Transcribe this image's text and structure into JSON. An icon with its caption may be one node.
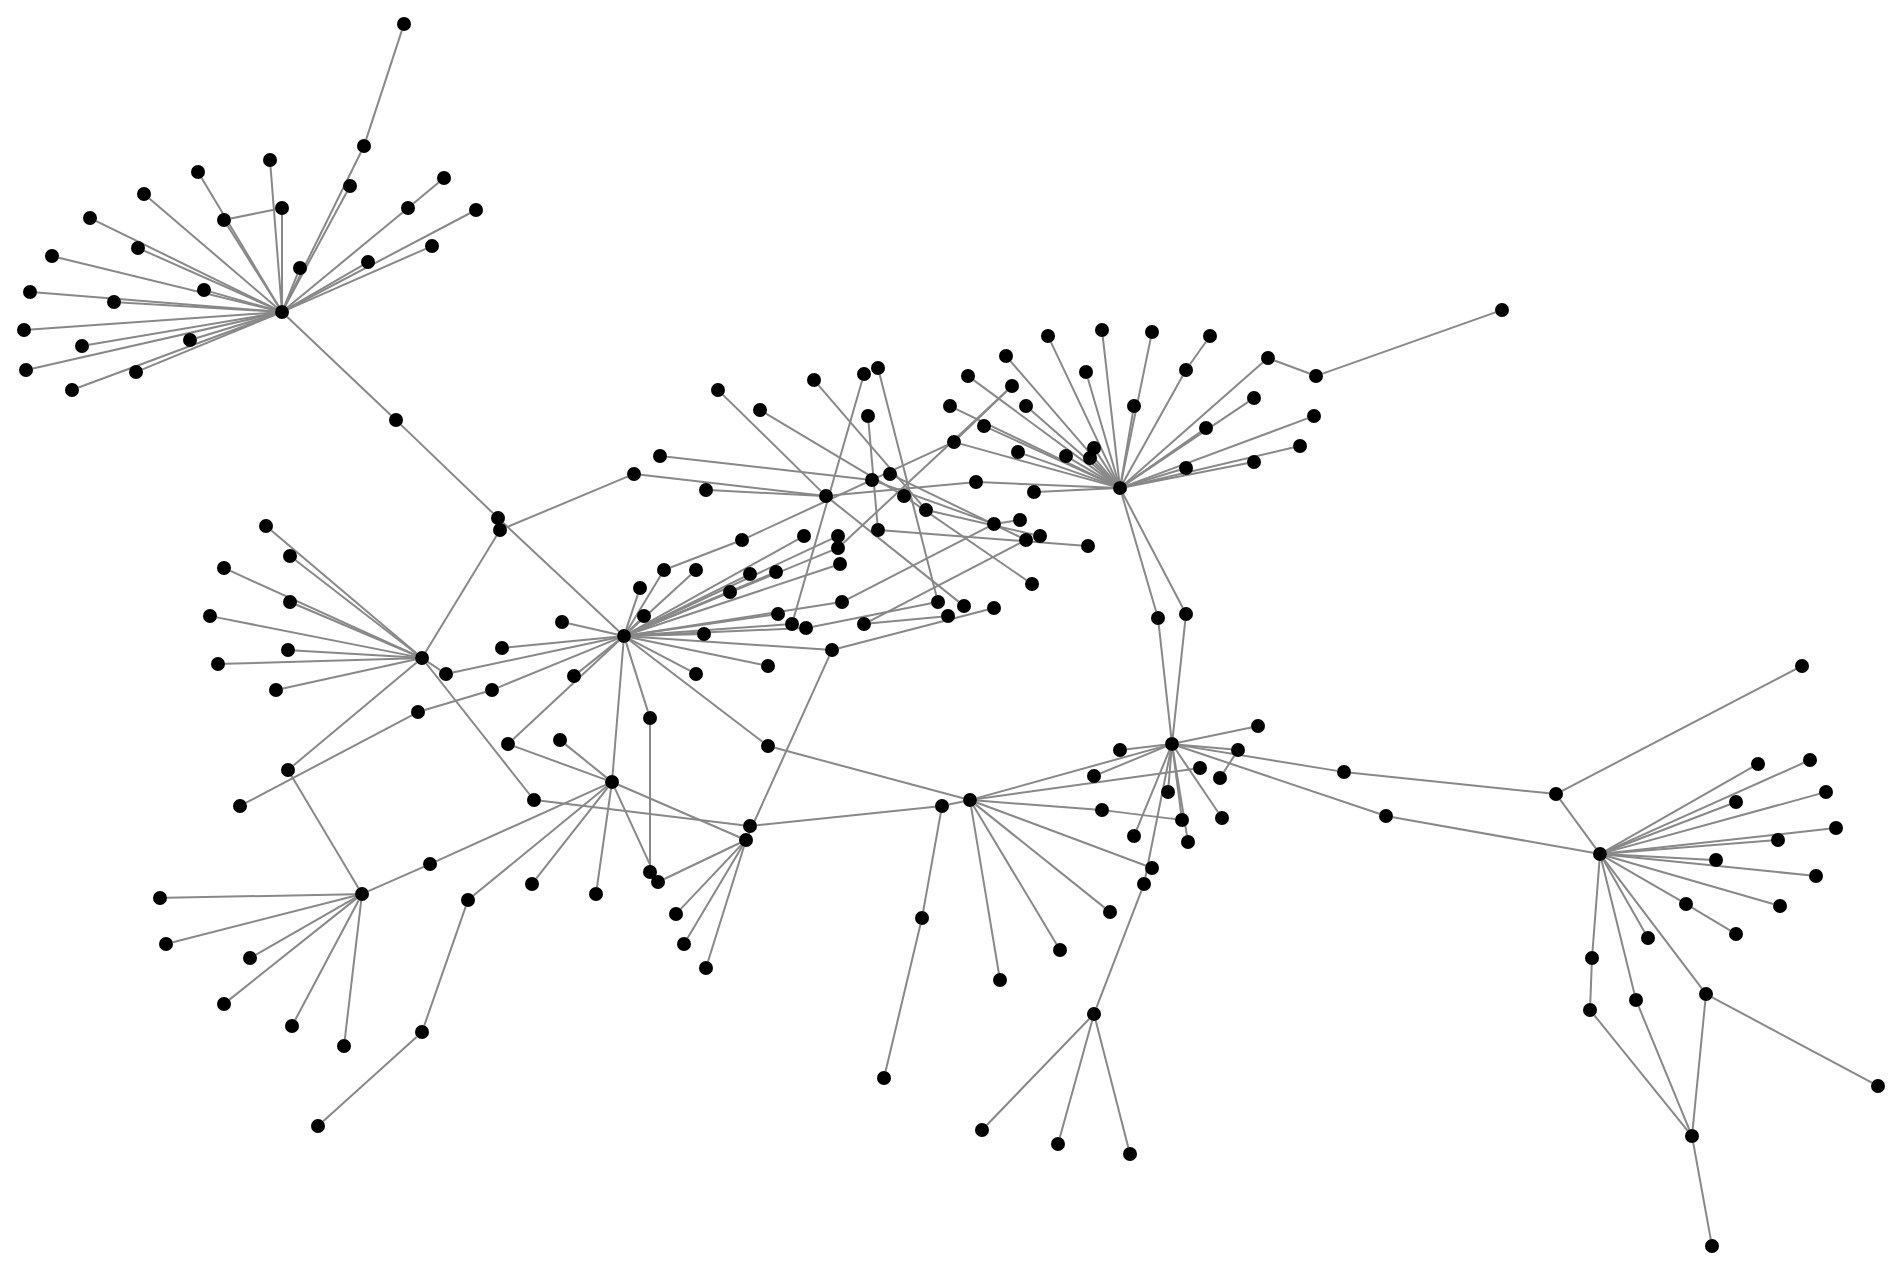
{
  "diagram": {
    "nodes": [
      {
        "text": [],
        "shape": "circle"
      },
      {
        "text": [],
        "shape": "circle"
      },
      {
        "text": [],
        "shape": "circle"
      },
      {
        "text": [],
        "shape": "circle"
      },
      {
        "text": [],
        "shape": "circle"
      },
      {
        "text": [],
        "shape": "circle"
      },
      {
        "text": [],
        "shape": "circle"
      },
      {
        "text": [],
        "shape": "circle"
      },
      {
        "text": [],
        "shape": "circle"
      },
      {
        "text": [],
        "shape": "circle"
      },
      {
        "text": [],
        "shape": "circle"
      },
      {
        "text": [],
        "shape": "circle"
      },
      {
        "text": [],
        "shape": "circle"
      },
      {
        "text": [],
        "shape": "circle"
      },
      {
        "text": [],
        "shape": "circle"
      },
      {
        "text": [],
        "shape": "circle"
      },
      {
        "text": [],
        "shape": "circle"
      },
      {
        "text": [],
        "shape": "circle"
      },
      {
        "text": [],
        "shape": "circle"
      },
      {
        "text": [],
        "shape": "circle"
      },
      {
        "text": [],
        "shape": "circle"
      },
      {
        "text": [],
        "shape": "circle"
      },
      {
        "text": [],
        "shape": "circle"
      },
      {
        "text": [],
        "shape": "circle"
      },
      {
        "text": [],
        "shape": "circle"
      },
      {
        "text": [],
        "shape": "circle"
      },
      {
        "text": [],
        "shape": "circle"
      },
      {
        "text": [],
        "shape": "circle"
      },
      {
        "text": [],
        "shape": "circle"
      },
      {
        "text": [],
        "shape": "circle"
      },
      {
        "text": [],
        "shape": "circle"
      },
      {
        "text": [],
        "shape": "circle"
      },
      {
        "text": [],
        "shape": "circle"
      },
      {
        "text": [],
        "shape": "circle"
      },
      {
        "text": [],
        "shape": "circle"
      },
      {
        "text": [],
        "shape": "circle"
      },
      {
        "text": [],
        "shape": "circle"
      },
      {
        "text": [],
        "shape": "circle"
      },
      {
        "text": [],
        "shape": "circle"
      },
      {
        "text": [],
        "shape": "circle"
      },
      {
        "text": [],
        "shape": "circle"
      },
      {
        "text": [],
        "shape": "circle"
      },
      {
        "text": [],
        "shape": "circle"
      },
      {
        "text": [],
        "shape": "circle"
      },
      {
        "text": [],
        "shape": "circle"
      },
      {
        "text": [],
        "shape": "circle"
      },
      {
        "text": [],
        "shape": "circle"
      },
      {
        "text": [],
        "shape": "circle"
      },
      {
        "text": [],
        "shape": "circle"
      },
      {
        "text": [],
        "shape": "circle"
      },
      {
        "text": [],
        "shape": "circle"
      },
      {
        "text": [],
        "shape": "circle"
      },
      {
        "text": [],
        "shape": "circle"
      },
      {
        "text": [],
        "shape": "circle"
      },
      {
        "text": [],
        "shape": "circle"
      },
      {
        "text": [],
        "shape": "circle"
      },
      {
        "text": [],
        "shape": "circle"
      },
      {
        "text": [],
        "shape": "circle"
      },
      {
        "text": [],
        "shape": "circle"
      },
      {
        "text": [],
        "shape": "circle"
      },
      {
        "text": [],
        "shape": "circle"
      },
      {
        "text": [],
        "shape": "circle"
      },
      {
        "text": [],
        "shape": "circle"
      },
      {
        "text": [],
        "shape": "circle"
      },
      {
        "text": [],
        "shape": "circle"
      },
      {
        "text": [],
        "shape": "circle"
      },
      {
        "text": [],
        "shape": "circle"
      },
      {
        "text": [],
        "shape": "circle"
      },
      {
        "text": [],
        "shape": "circle"
      },
      {
        "text": [],
        "shape": "circle"
      },
      {
        "text": [],
        "shape": "circle"
      },
      {
        "text": [],
        "shape": "circle"
      },
      {
        "text": [],
        "shape": "circle"
      },
      {
        "text": [],
        "shape": "circle"
      },
      {
        "text": [],
        "shape": "circle"
      },
      {
        "text": [],
        "shape": "circle"
      },
      {
        "text": [],
        "shape": "circle"
      },
      {
        "text": [],
        "shape": "circle"
      },
      {
        "text": [],
        "shape": "circle"
      },
      {
        "text": [],
        "shape": "circle"
      },
      {
        "text": [],
        "shape": "circle"
      },
      {
        "text": [],
        "shape": "circle"
      },
      {
        "text": [],
        "shape": "circle"
      },
      {
        "text": [],
        "shape": "circle"
      },
      {
        "text": [],
        "shape": "circle"
      },
      {
        "text": [],
        "shape": "circle"
      },
      {
        "text": [],
        "shape": "circle"
      },
      {
        "text": [],
        "shape": "circle"
      },
      {
        "text": [],
        "shape": "circle"
      },
      {
        "text": [],
        "shape": "circle"
      },
      {
        "text": [],
        "shape": "circle"
      },
      {
        "text": [],
        "shape": "circle"
      },
      {
        "text": [],
        "shape": "circle"
      },
      {
        "text": [],
        "shape": "circle"
      },
      {
        "text": [],
        "shape": "circle"
      },
      {
        "text": [],
        "shape": "circle"
      },
      {
        "text": [],
        "shape": "circle"
      },
      {
        "text": [],
        "shape": "circle"
      },
      {
        "text": [],
        "shape": "circle"
      },
      {
        "text": [],
        "shape": "circle"
      },
      {
        "text": [],
        "shape": "circle"
      },
      {
        "text": [],
        "shape": "circle"
      },
      {
        "text": [],
        "shape": "circle"
      },
      {
        "text": [],
        "shape": "circle"
      },
      {
        "text": [],
        "shape": "circle"
      },
      {
        "text": [],
        "shape": "circle"
      },
      {
        "text": [],
        "shape": "circle"
      },
      {
        "text": [],
        "shape": "circle"
      },
      {
        "text": [],
        "shape": "circle"
      },
      {
        "text": [],
        "shape": "circle"
      },
      {
        "text": [],
        "shape": "circle"
      },
      {
        "text": [],
        "shape": "circle"
      },
      {
        "text": [],
        "shape": "circle"
      },
      {
        "text": [],
        "shape": "circle"
      },
      {
        "text": [],
        "shape": "circle"
      },
      {
        "text": [],
        "shape": "circle"
      },
      {
        "text": [],
        "shape": "circle"
      },
      {
        "text": [],
        "shape": "circle"
      },
      {
        "text": [],
        "shape": "circle"
      },
      {
        "text": [],
        "shape": "circle"
      },
      {
        "text": [],
        "shape": "circle"
      },
      {
        "text": [],
        "shape": "circle"
      },
      {
        "text": [],
        "shape": "circle"
      },
      {
        "text": [],
        "shape": "circle"
      },
      {
        "text": [],
        "shape": "circle"
      },
      {
        "text": [],
        "shape": "circle"
      },
      {
        "text": [],
        "shape": "circle"
      },
      {
        "text": [],
        "shape": "circle"
      },
      {
        "text": [],
        "shape": "circle"
      },
      {
        "text": [],
        "shape": "circle"
      },
      {
        "text": [],
        "shape": "circle"
      },
      {
        "text": [],
        "shape": "circle"
      },
      {
        "text": [],
        "shape": "circle"
      },
      {
        "text": [],
        "shape": "circle"
      },
      {
        "text": [],
        "shape": "circle"
      },
      {
        "text": [],
        "shape": "circle"
      },
      {
        "text": [],
        "shape": "circle"
      },
      {
        "text": [],
        "shape": "circle"
      },
      {
        "text": [],
        "shape": "circle"
      },
      {
        "text": [],
        "shape": "circle"
      },
      {
        "text": [],
        "shape": "circle"
      },
      {
        "text": [],
        "shape": "circle"
      },
      {
        "text": [],
        "shape": "circle"
      },
      {
        "text": [],
        "shape": "circle"
      },
      {
        "text": [],
        "shape": "circle"
      },
      {
        "text": [],
        "shape": "circle"
      },
      {
        "text": [],
        "shape": "circle"
      },
      {
        "text": [],
        "shape": "circle"
      },
      {
        "text": [],
        "shape": "circle"
      },
      {
        "text": [],
        "shape": "circle"
      },
      {
        "text": [],
        "shape": "circle"
      },
      {
        "text": [],
        "shape": "circle"
      },
      {
        "text": [],
        "shape": "circle"
      },
      {
        "text": [],
        "shape": "circle"
      },
      {
        "text": [],
        "shape": "circle"
      },
      {
        "text": [],
        "shape": "circle"
      },
      {
        "text": [],
        "shape": "circle"
      },
      {
        "text": [],
        "shape": "circle"
      },
      {
        "text": [],
        "shape": "circle"
      },
      {
        "text": [],
        "shape": "circle"
      },
      {
        "text": [],
        "shape": "circle"
      },
      {
        "text": [],
        "shape": "circle"
      },
      {
        "text": [],
        "shape": "circle"
      },
      {
        "text": [],
        "shape": "circle"
      },
      {
        "text": [],
        "shape": "circle"
      },
      {
        "text": [],
        "shape": "circle"
      },
      {
        "text": [],
        "shape": "circle"
      },
      {
        "text": [],
        "shape": "circle"
      },
      {
        "text": [],
        "shape": "circle"
      },
      {
        "text": [],
        "shape": "circle"
      },
      {
        "text": [],
        "shape": "circle"
      },
      {
        "text": [],
        "shape": "circle"
      },
      {
        "text": [],
        "shape": "circle"
      },
      {
        "text": [],
        "shape": "circle"
      },
      {
        "text": [],
        "shape": "circle"
      },
      {
        "text": [],
        "shape": "circle"
      },
      {
        "text": [],
        "shape": "circle"
      },
      {
        "text": [],
        "shape": "circle"
      },
      {
        "text": [],
        "shape": "circle"
      },
      {
        "text": [],
        "shape": "circle"
      },
      {
        "text": [],
        "shape": "circle"
      },
      {
        "text": [],
        "shape": "circle"
      },
      {
        "text": [],
        "shape": "circle"
      },
      {
        "text": [],
        "shape": "circle"
      },
      {
        "text": [],
        "shape": "circle"
      },
      {
        "text": [],
        "shape": "circle"
      },
      {
        "text": [],
        "shape": "circle"
      },
      {
        "text": [],
        "shape": "circle"
      },
      {
        "text": [],
        "shape": "circle"
      },
      {
        "text": [],
        "shape": "circle"
      },
      {
        "text": [],
        "shape": "circle"
      },
      {
        "text": [],
        "shape": "circle"
      },
      {
        "text": [],
        "shape": "circle"
      },
      {
        "text": [],
        "shape": "circle"
      },
      {
        "text": [],
        "shape": "circle"
      },
      {
        "text": [],
        "shape": "circle"
      },
      {
        "text": [],
        "shape": "circle"
      },
      {
        "text": [],
        "shape": "circle"
      },
      {
        "text": [],
        "shape": "circle"
      },
      {
        "text": [],
        "shape": "circle"
      },
      {
        "text": [],
        "shape": "circle"
      },
      {
        "text": [],
        "shape": "circle"
      }
    ],
    "edges": [
      {
        "from": 0,
        "to": 1,
        "arrow": "none"
      },
      {
        "from": 1,
        "to": 20,
        "arrow": "none"
      },
      {
        "from": 5,
        "to": 20,
        "arrow": "none"
      },
      {
        "from": 2,
        "to": 20,
        "arrow": "none"
      },
      {
        "from": 7,
        "to": 20,
        "arrow": "none"
      },
      {
        "from": 11,
        "to": 7,
        "arrow": "none"
      },
      {
        "from": 11,
        "to": 20,
        "arrow": "none"
      },
      {
        "from": 4,
        "to": 20,
        "arrow": "none"
      },
      {
        "from": 6,
        "to": 20,
        "arrow": "none"
      },
      {
        "from": 10,
        "to": 20,
        "arrow": "none"
      },
      {
        "from": 13,
        "to": 20,
        "arrow": "none"
      },
      {
        "from": 14,
        "to": 20,
        "arrow": "none"
      },
      {
        "from": 17,
        "to": 20,
        "arrow": "none"
      },
      {
        "from": 18,
        "to": 20,
        "arrow": "none"
      },
      {
        "from": 19,
        "to": 20,
        "arrow": "none"
      },
      {
        "from": 21,
        "to": 20,
        "arrow": "none"
      },
      {
        "from": 23,
        "to": 20,
        "arrow": "none"
      },
      {
        "from": 22,
        "to": 20,
        "arrow": "none"
      },
      {
        "from": 24,
        "to": 20,
        "arrow": "none"
      },
      {
        "from": 25,
        "to": 20,
        "arrow": "none"
      },
      {
        "from": 26,
        "to": 20,
        "arrow": "none"
      },
      {
        "from": 16,
        "to": 20,
        "arrow": "none"
      },
      {
        "from": 15,
        "to": 20,
        "arrow": "none"
      },
      {
        "from": 3,
        "to": 8,
        "arrow": "none"
      },
      {
        "from": 8,
        "to": 20,
        "arrow": "none"
      },
      {
        "from": 9,
        "to": 20,
        "arrow": "none"
      },
      {
        "from": 12,
        "to": 20,
        "arrow": "none"
      },
      {
        "from": 20,
        "to": 27,
        "arrow": "none"
      },
      {
        "from": 27,
        "to": 28,
        "arrow": "none"
      },
      {
        "from": 28,
        "to": 106,
        "arrow": "none"
      },
      {
        "from": 29,
        "to": 31,
        "arrow": "none"
      },
      {
        "from": 29,
        "to": 121,
        "arrow": "none"
      },
      {
        "from": 31,
        "to": 41,
        "arrow": "none"
      },
      {
        "from": 30,
        "to": 39,
        "arrow": "none"
      },
      {
        "from": 32,
        "to": 41,
        "arrow": "none"
      },
      {
        "from": 33,
        "to": 41,
        "arrow": "none"
      },
      {
        "from": 41,
        "to": 81,
        "arrow": "none"
      },
      {
        "from": 34,
        "to": 42,
        "arrow": "none"
      },
      {
        "from": 42,
        "to": 79,
        "arrow": "none"
      },
      {
        "from": 35,
        "to": 43,
        "arrow": "none"
      },
      {
        "from": 43,
        "to": 77,
        "arrow": "none"
      },
      {
        "from": 36,
        "to": 98,
        "arrow": "none"
      },
      {
        "from": 37,
        "to": 82,
        "arrow": "none"
      },
      {
        "from": 38,
        "to": 84,
        "arrow": "none"
      },
      {
        "from": 84,
        "to": 78,
        "arrow": "none"
      },
      {
        "from": 41,
        "to": 44,
        "arrow": "none"
      },
      {
        "from": 44,
        "to": 64,
        "arrow": "none"
      },
      {
        "from": 39,
        "to": 74,
        "arrow": "none"
      },
      {
        "from": 74,
        "to": 75,
        "arrow": "none"
      },
      {
        "from": 40,
        "to": 76,
        "arrow": "none"
      },
      {
        "from": 45,
        "to": 64,
        "arrow": "none"
      },
      {
        "from": 50,
        "to": 45,
        "arrow": "none"
      },
      {
        "from": 93,
        "to": 45,
        "arrow": "none"
      },
      {
        "from": 95,
        "to": 93,
        "arrow": "none"
      },
      {
        "from": 46,
        "to": 64,
        "arrow": "none"
      },
      {
        "from": 47,
        "to": 64,
        "arrow": "none"
      },
      {
        "from": 48,
        "to": 64,
        "arrow": "none"
      },
      {
        "from": 49,
        "to": 64,
        "arrow": "none"
      },
      {
        "from": 51,
        "to": 64,
        "arrow": "none"
      },
      {
        "from": 52,
        "to": 64,
        "arrow": "none"
      },
      {
        "from": 53,
        "to": 64,
        "arrow": "none"
      },
      {
        "from": 54,
        "to": 64,
        "arrow": "none"
      },
      {
        "from": 55,
        "to": 64,
        "arrow": "none"
      },
      {
        "from": 56,
        "to": 57,
        "arrow": "none"
      },
      {
        "from": 57,
        "to": 64,
        "arrow": "none"
      },
      {
        "from": 58,
        "to": 64,
        "arrow": "none"
      },
      {
        "from": 59,
        "to": 64,
        "arrow": "none"
      },
      {
        "from": 60,
        "to": 64,
        "arrow": "none"
      },
      {
        "from": 61,
        "to": 64,
        "arrow": "none"
      },
      {
        "from": 62,
        "to": 64,
        "arrow": "none"
      },
      {
        "from": 63,
        "to": 64,
        "arrow": "none"
      },
      {
        "from": 64,
        "to": 65,
        "arrow": "none"
      },
      {
        "from": 65,
        "to": 66,
        "arrow": "none"
      },
      {
        "from": 66,
        "to": 67,
        "arrow": "none"
      },
      {
        "from": 68,
        "to": 64,
        "arrow": "none"
      },
      {
        "from": 69,
        "to": 64,
        "arrow": "none"
      },
      {
        "from": 70,
        "to": 64,
        "arrow": "none"
      },
      {
        "from": 71,
        "to": 64,
        "arrow": "none"
      },
      {
        "from": 72,
        "to": 64,
        "arrow": "none"
      },
      {
        "from": 73,
        "to": 64,
        "arrow": "none"
      },
      {
        "from": 64,
        "to": 111,
        "arrow": "none"
      },
      {
        "from": 64,
        "to": 112,
        "arrow": "none"
      },
      {
        "from": 106,
        "to": 94,
        "arrow": "none"
      },
      {
        "from": 106,
        "to": 96,
        "arrow": "none"
      },
      {
        "from": 106,
        "to": 92,
        "arrow": "none"
      },
      {
        "from": 106,
        "to": 91,
        "arrow": "none"
      },
      {
        "from": 106,
        "to": 90,
        "arrow": "none"
      },
      {
        "from": 106,
        "to": 85,
        "arrow": "none"
      },
      {
        "from": 106,
        "to": 86,
        "arrow": "none"
      },
      {
        "from": 106,
        "to": 87,
        "arrow": "none"
      },
      {
        "from": 106,
        "to": 88,
        "arrow": "none"
      },
      {
        "from": 106,
        "to": 97,
        "arrow": "none"
      },
      {
        "from": 106,
        "to": 98,
        "arrow": "none"
      },
      {
        "from": 106,
        "to": 99,
        "arrow": "none"
      },
      {
        "from": 106,
        "to": 102,
        "arrow": "none"
      },
      {
        "from": 106,
        "to": 103,
        "arrow": "none"
      },
      {
        "from": 106,
        "to": 104,
        "arrow": "none"
      },
      {
        "from": 106,
        "to": 105,
        "arrow": "none"
      },
      {
        "from": 106,
        "to": 107,
        "arrow": "none"
      },
      {
        "from": 106,
        "to": 108,
        "arrow": "none"
      },
      {
        "from": 106,
        "to": 109,
        "arrow": "none"
      },
      {
        "from": 106,
        "to": 110,
        "arrow": "none"
      },
      {
        "from": 106,
        "to": 100,
        "arrow": "none"
      },
      {
        "from": 106,
        "to": 101,
        "arrow": "none"
      },
      {
        "from": 106,
        "to": 95,
        "arrow": "none"
      },
      {
        "from": 106,
        "to": 141,
        "arrow": "none"
      },
      {
        "from": 106,
        "to": 139,
        "arrow": "none"
      },
      {
        "from": 106,
        "to": 138,
        "arrow": "none"
      },
      {
        "from": 106,
        "to": 142,
        "arrow": "none"
      },
      {
        "from": 106,
        "to": 122,
        "arrow": "none"
      },
      {
        "from": 99,
        "to": 82,
        "arrow": "none"
      },
      {
        "from": 89,
        "to": 83,
        "arrow": "none"
      },
      {
        "from": 89,
        "to": 76,
        "arrow": "none"
      },
      {
        "from": 88,
        "to": 74,
        "arrow": "none"
      },
      {
        "from": 86,
        "to": 50,
        "arrow": "none"
      },
      {
        "from": 100,
        "to": 80,
        "arrow": "none"
      },
      {
        "from": 100,
        "to": 148,
        "arrow": "none"
      },
      {
        "from": 121,
        "to": 113,
        "arrow": "none"
      },
      {
        "from": 121,
        "to": 114,
        "arrow": "none"
      },
      {
        "from": 121,
        "to": 115,
        "arrow": "none"
      },
      {
        "from": 121,
        "to": 116,
        "arrow": "none"
      },
      {
        "from": 121,
        "to": 117,
        "arrow": "none"
      },
      {
        "from": 121,
        "to": 118,
        "arrow": "none"
      },
      {
        "from": 121,
        "to": 119,
        "arrow": "none"
      },
      {
        "from": 121,
        "to": 120,
        "arrow": "none"
      },
      {
        "from": 121,
        "to": 122,
        "arrow": "none"
      },
      {
        "from": 121,
        "to": 124,
        "arrow": "none"
      },
      {
        "from": 121,
        "to": 137,
        "arrow": "none"
      },
      {
        "from": 125,
        "to": 123,
        "arrow": "none"
      },
      {
        "from": 123,
        "to": 110,
        "arrow": "none"
      },
      {
        "from": 124,
        "to": 126,
        "arrow": "none"
      },
      {
        "from": 126,
        "to": 127,
        "arrow": "none"
      },
      {
        "from": 126,
        "to": 128,
        "arrow": "none"
      },
      {
        "from": 126,
        "to": 129,
        "arrow": "none"
      },
      {
        "from": 126,
        "to": 130,
        "arrow": "none"
      },
      {
        "from": 126,
        "to": 131,
        "arrow": "none"
      },
      {
        "from": 126,
        "to": 132,
        "arrow": "none"
      },
      {
        "from": 126,
        "to": 133,
        "arrow": "none"
      },
      {
        "from": 133,
        "to": 138,
        "arrow": "none"
      },
      {
        "from": 137,
        "to": 147,
        "arrow": "none"
      },
      {
        "from": 138,
        "to": 134,
        "arrow": "none"
      },
      {
        "from": 134,
        "to": 135,
        "arrow": "none"
      },
      {
        "from": 135,
        "to": 136,
        "arrow": "none"
      },
      {
        "from": 138,
        "to": 143,
        "arrow": "none"
      },
      {
        "from": 138,
        "to": 144,
        "arrow": "none"
      },
      {
        "from": 138,
        "to": 146,
        "arrow": "none"
      },
      {
        "from": 138,
        "to": 139,
        "arrow": "none"
      },
      {
        "from": 138,
        "to": 140,
        "arrow": "none"
      },
      {
        "from": 138,
        "to": 148,
        "arrow": "none"
      },
      {
        "from": 141,
        "to": 145,
        "arrow": "none"
      },
      {
        "from": 146,
        "to": 148,
        "arrow": "none"
      },
      {
        "from": 148,
        "to": 149,
        "arrow": "none"
      },
      {
        "from": 148,
        "to": 150,
        "arrow": "none"
      },
      {
        "from": 148,
        "to": 151,
        "arrow": "none"
      },
      {
        "from": 142,
        "to": 167,
        "arrow": "none"
      },
      {
        "from": 147,
        "to": 168,
        "arrow": "none"
      },
      {
        "from": 168,
        "to": 167,
        "arrow": "none"
      },
      {
        "from": 167,
        "to": 152,
        "arrow": "none"
      },
      {
        "from": 167,
        "to": 155,
        "arrow": "none"
      },
      {
        "from": 167,
        "to": 160,
        "arrow": "none"
      },
      {
        "from": 160,
        "to": 161,
        "arrow": "none"
      },
      {
        "from": 167,
        "to": 165,
        "arrow": "none"
      },
      {
        "from": 167,
        "to": 173,
        "arrow": "none"
      },
      {
        "from": 167,
        "to": 172,
        "arrow": "none"
      },
      {
        "from": 167,
        "to": 171,
        "arrow": "none"
      },
      {
        "from": 168,
        "to": 169,
        "arrow": "none"
      },
      {
        "from": 169,
        "to": 170,
        "arrow": "none"
      },
      {
        "from": 152,
        "to": 153,
        "arrow": "none"
      },
      {
        "from": 152,
        "to": 154,
        "arrow": "none"
      },
      {
        "from": 154,
        "to": 156,
        "arrow": "none"
      },
      {
        "from": 152,
        "to": 158,
        "arrow": "none"
      },
      {
        "from": 152,
        "to": 159,
        "arrow": "none"
      },
      {
        "from": 152,
        "to": 163,
        "arrow": "none"
      },
      {
        "from": 152,
        "to": 161,
        "arrow": "none"
      },
      {
        "from": 152,
        "to": 162,
        "arrow": "none"
      },
      {
        "from": 152,
        "to": 164,
        "arrow": "none"
      },
      {
        "from": 152,
        "to": 157,
        "arrow": "none"
      },
      {
        "from": 152,
        "to": 166,
        "arrow": "none"
      },
      {
        "from": 166,
        "to": 174,
        "arrow": "none"
      },
      {
        "from": 174,
        "to": 175,
        "arrow": "none"
      },
      {
        "from": 174,
        "to": 176,
        "arrow": "none"
      },
      {
        "from": 174,
        "to": 177,
        "arrow": "none"
      },
      {
        "from": 152,
        "to": 111,
        "arrow": "none"
      },
      {
        "from": 152,
        "to": 112,
        "arrow": "none"
      },
      {
        "from": 152,
        "to": 178,
        "arrow": "none"
      },
      {
        "from": 152,
        "to": 179,
        "arrow": "none"
      },
      {
        "from": 178,
        "to": 180,
        "arrow": "none"
      },
      {
        "from": 180,
        "to": 182,
        "arrow": "none"
      },
      {
        "from": 180,
        "to": 181,
        "arrow": "none"
      },
      {
        "from": 179,
        "to": 182,
        "arrow": "none"
      },
      {
        "from": 182,
        "to": 183,
        "arrow": "none"
      },
      {
        "from": 182,
        "to": 184,
        "arrow": "none"
      },
      {
        "from": 182,
        "to": 185,
        "arrow": "none"
      },
      {
        "from": 182,
        "to": 186,
        "arrow": "none"
      },
      {
        "from": 182,
        "to": 187,
        "arrow": "none"
      },
      {
        "from": 182,
        "to": 188,
        "arrow": "none"
      },
      {
        "from": 182,
        "to": 189,
        "arrow": "none"
      },
      {
        "from": 182,
        "to": 190,
        "arrow": "none"
      },
      {
        "from": 182,
        "to": 191,
        "arrow": "none"
      },
      {
        "from": 182,
        "to": 192,
        "arrow": "none"
      },
      {
        "from": 192,
        "to": 193,
        "arrow": "none"
      },
      {
        "from": 182,
        "to": 194,
        "arrow": "none"
      },
      {
        "from": 182,
        "to": 195,
        "arrow": "none"
      },
      {
        "from": 182,
        "to": 196,
        "arrow": "none"
      },
      {
        "from": 182,
        "to": 197,
        "arrow": "none"
      },
      {
        "from": 195,
        "to": 198,
        "arrow": "none"
      },
      {
        "from": 198,
        "to": 199,
        "arrow": "none"
      },
      {
        "from": 196,
        "to": 199,
        "arrow": "none"
      },
      {
        "from": 197,
        "to": 199,
        "arrow": "none"
      },
      {
        "from": 197,
        "to": 200,
        "arrow": "none"
      },
      {
        "from": 199,
        "to": 201,
        "arrow": "none"
      }
    ]
  }
}
